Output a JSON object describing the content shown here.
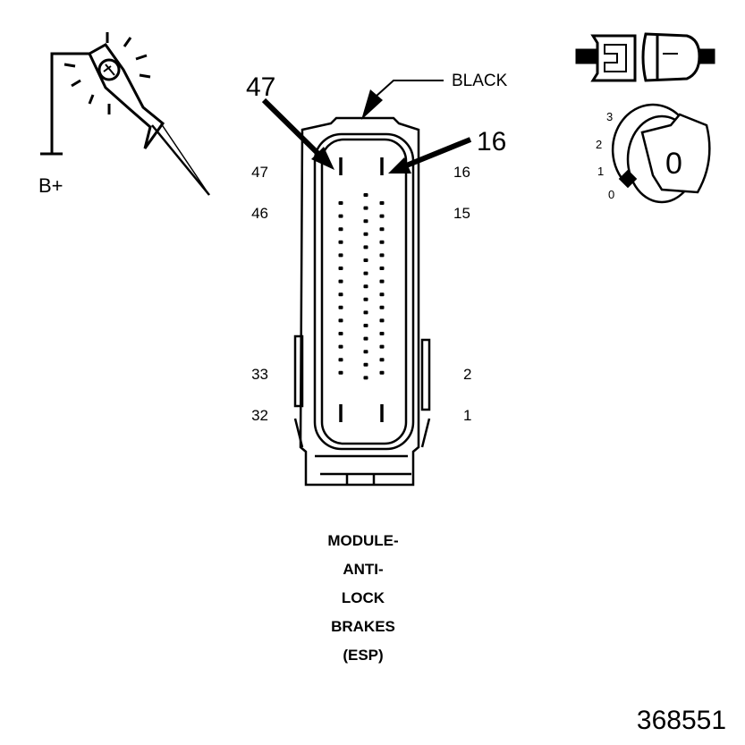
{
  "diagram": {
    "figure_number": "368551",
    "test_lamp": {
      "label": "B+",
      "icon": "test-lamp-icon"
    },
    "connector_callout": {
      "color_label": "BLACK"
    },
    "arrow_labels": {
      "left": "47",
      "right": "16"
    },
    "pin_labels_left": [
      "47",
      "46",
      "33",
      "32"
    ],
    "pin_labels_right": [
      "16",
      "15",
      "2",
      "1"
    ],
    "module_title": [
      "MODULE-",
      "ANTI-",
      "LOCK",
      "BRAKES",
      "(ESP)"
    ],
    "ignition": {
      "positions": [
        "3",
        "2",
        "1",
        "0"
      ],
      "key_label": "0"
    },
    "connector_icon": "disconnected-connector-icon"
  }
}
